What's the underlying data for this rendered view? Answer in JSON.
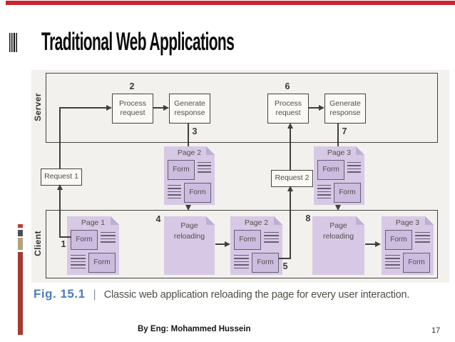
{
  "slide": {
    "title": "Traditional Web Applications",
    "footer": "By Eng: Mohammed Hussein",
    "page_number": "17"
  },
  "figure": {
    "server_label": "Server",
    "client_label": "Client",
    "form_label": "Form",
    "reload_label": "Page reloading",
    "server_flow_1": {
      "process": "Process request",
      "generate": "Generate response"
    },
    "server_flow_2": {
      "process": "Process request",
      "generate": "Generate response"
    },
    "requests": {
      "r1": "Request 1",
      "r2": "Request 2"
    },
    "steps": {
      "s1": "1",
      "s2": "2",
      "s3": "3",
      "s4": "4",
      "s5": "5",
      "s6": "6",
      "s7": "7",
      "s8": "8"
    },
    "docs": {
      "page2_server": "Page 2",
      "page3_server": "Page 3",
      "page1_client": "Page 1",
      "page2_client": "Page 2",
      "page3_client": "Page 3"
    },
    "caption": {
      "label": "Fig. 15.1",
      "separator": "|",
      "text": "Classic web application reloading the page for every user interaction."
    }
  },
  "colors": {
    "top_bar_red": "#cb2430",
    "left_bar_red": "#a43a30",
    "accent_square_red": "#bd3a30",
    "accent_square_gray": "#4f5054",
    "accent_square_tan": "#b2a37b",
    "caption_blue": "#4d7cba",
    "doc_lavender": "#d7c9e5",
    "form_lavender": "#ccbce0",
    "form_border_purple": "#675c73",
    "figure_background": "#f2f1ee",
    "diagram_line": "#403f3b"
  }
}
